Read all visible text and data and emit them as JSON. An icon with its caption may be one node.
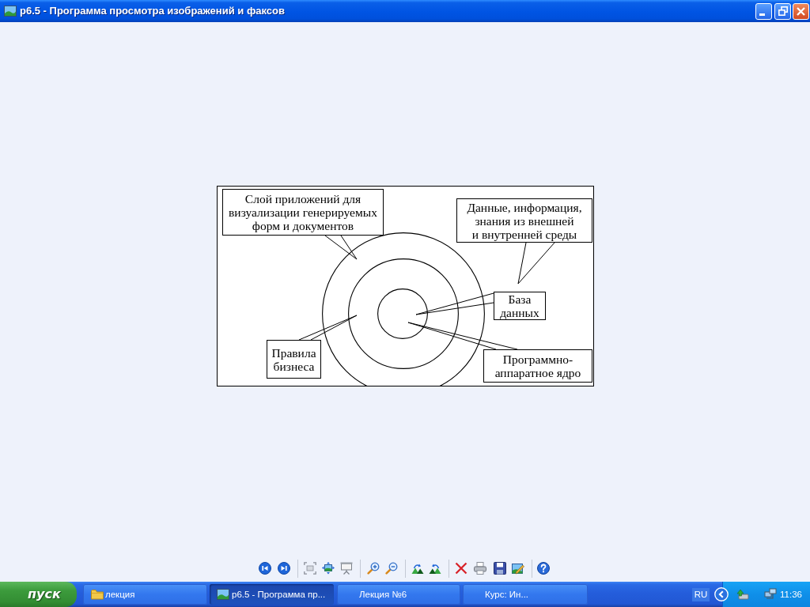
{
  "diagram": {
    "nodes": [
      {
        "text": [
          "Слой приложений для визуализации генерируемых форм и документов"
        ]
      },
      {
        "text": [
          "Данные, информация, знания из внешней и внутренней среды"
        ]
      },
      {
        "text": [],
        "shape": "circle"
      },
      {
        "text": [],
        "shape": "circle",
        "in": 2
      },
      {
        "text": [],
        "shape": "circle",
        "in": 3
      },
      {
        "text": [
          "База данных"
        ]
      },
      {
        "text": [
          "Правила бизнеса"
        ]
      },
      {
        "text": [
          "Программно-аппаратное ядро"
        ]
      }
    ],
    "edges": [
      {
        "from": 0,
        "to": 2,
        "arrow": "none"
      },
      {
        "from": 1,
        "to": null,
        "arrow": "none"
      },
      {
        "from": 5,
        "to": 4,
        "arrow": "none"
      },
      {
        "from": 6,
        "to": 3,
        "arrow": "none"
      },
      {
        "from": 7,
        "to": 4,
        "arrow": "none"
      }
    ],
    "labels": [
      "р6.5 - Программа просмотра изображений и факсов",
      "пуск",
      "лекция",
      "р6.5 - Программа пр...",
      "Лекция №6",
      "Курс: Ин...",
      "RU",
      "11:36"
    ]
  }
}
